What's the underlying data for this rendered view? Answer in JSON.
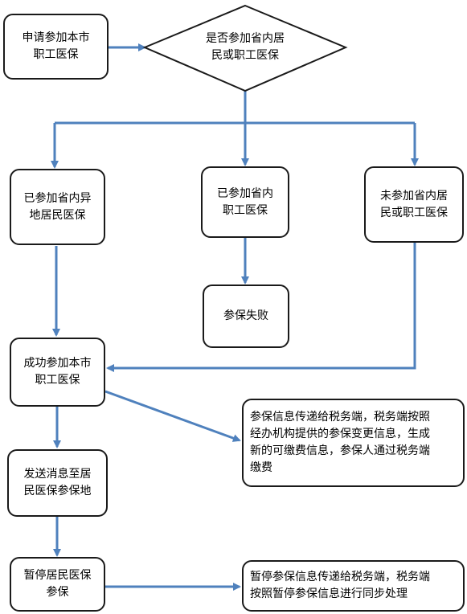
{
  "colors": {
    "arrow": "#4f81bd",
    "border": "#1a1a1a",
    "background": "#ffffff"
  },
  "nodes": {
    "apply": {
      "lines": [
        "申请参加本市",
        "职工医保"
      ]
    },
    "decision": {
      "lines": [
        "是否参加省内居",
        "民或职工医保"
      ]
    },
    "other_city": {
      "lines": [
        "已参加省内异",
        "地居民医保"
      ]
    },
    "employee": {
      "lines": [
        "已参加省内",
        "职工医保"
      ]
    },
    "none": {
      "lines": [
        "未参加省内居",
        "民或职工医保"
      ]
    },
    "fail": {
      "lines": [
        "参保失败"
      ]
    },
    "success": {
      "lines": [
        "成功参加本市",
        "职工医保"
      ]
    },
    "notify": {
      "lines": [
        "发送消息至居",
        "民医保参保地"
      ]
    },
    "suspend": {
      "lines": [
        "暂停居民医保",
        "参保"
      ]
    },
    "tax_info": {
      "lines": [
        "参保信息传递给税务端，税务端按照",
        "经办机构提供的参保变更信息，生成",
        "新的可缴费信息，参保人通过税务端",
        "缴费"
      ]
    },
    "suspend_info": {
      "lines": [
        "暂停参保信息传递给税务端，税务端",
        "按照暂停参保信息进行同步处理"
      ]
    }
  }
}
